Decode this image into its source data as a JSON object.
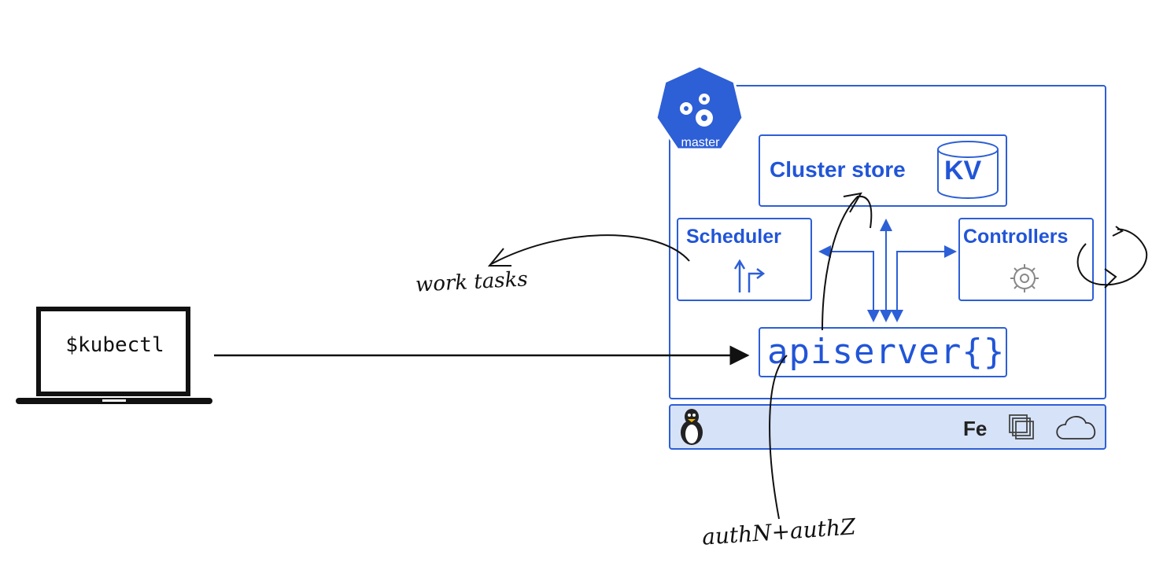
{
  "laptop": {
    "command": "$kubectl"
  },
  "master": {
    "badge_label": "master",
    "components": {
      "cluster_store": {
        "label": "Cluster store",
        "kv_label": "KV"
      },
      "scheduler": {
        "label": "Scheduler"
      },
      "controllers": {
        "label": "Controllers"
      },
      "apiserver": {
        "label": "apiserver{}"
      }
    },
    "infra_bar": {
      "fe_label": "Fe",
      "icons": [
        "linux-tux-icon",
        "vmware-icon",
        "cloud-icon"
      ]
    }
  },
  "annotations": {
    "work_tasks": "work tasks",
    "auth": "authN+authZ"
  },
  "colors": {
    "primary_blue": "#2d5fd6",
    "infra_fill": "#d6e2f8",
    "ink": "#111111"
  }
}
